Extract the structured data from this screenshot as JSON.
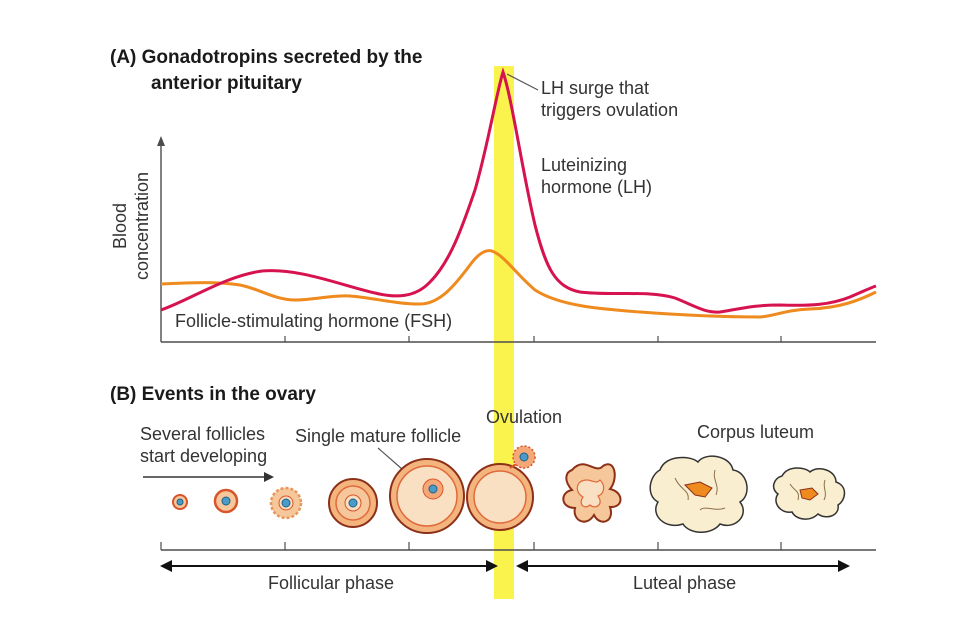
{
  "panel_a": {
    "title_line1": "(A)  Gonadotropins secreted by the",
    "title_line2": "anterior pituitary",
    "y_axis_label_line1": "Blood",
    "y_axis_label_line2": "concentration",
    "lh_surge_line1": "LH surge that",
    "lh_surge_line2": "triggers ovulation",
    "lh_label_line1": "Luteinizing",
    "lh_label_line2": "hormone (LH)",
    "fsh_label": "Follicle-stimulating hormone (FSH)"
  },
  "panel_b": {
    "title": "(B)  Events in the ovary",
    "several_line1": "Several follicles",
    "several_line2": "start developing",
    "single_mature": "Single mature follicle",
    "ovulation": "Ovulation",
    "corpus_luteum": "Corpus luteum",
    "follicular_phase": "Follicular phase",
    "luteal_phase": "Luteal phase"
  },
  "colors": {
    "lh": "#d6134f",
    "fsh": "#ee8a1e",
    "ovulation_band": "#fbf34d",
    "follicle_fill": "#f6c79a",
    "follicle_rim": "#d9542a",
    "luteum_fill": "#faeed0"
  },
  "chart_data": {
    "type": "line",
    "x_axis": "menstrual cycle timeline (unlabeled)",
    "series": [
      {
        "name": "Luteinizing hormone (LH)",
        "shape": "low baseline, sharp mid-cycle surge at ovulation, then low and rising slightly at end"
      },
      {
        "name": "Follicle-stimulating hormone (FSH)",
        "shape": "low baseline with smaller mid-cycle peak at ovulation, then gradual low level"
      }
    ]
  }
}
